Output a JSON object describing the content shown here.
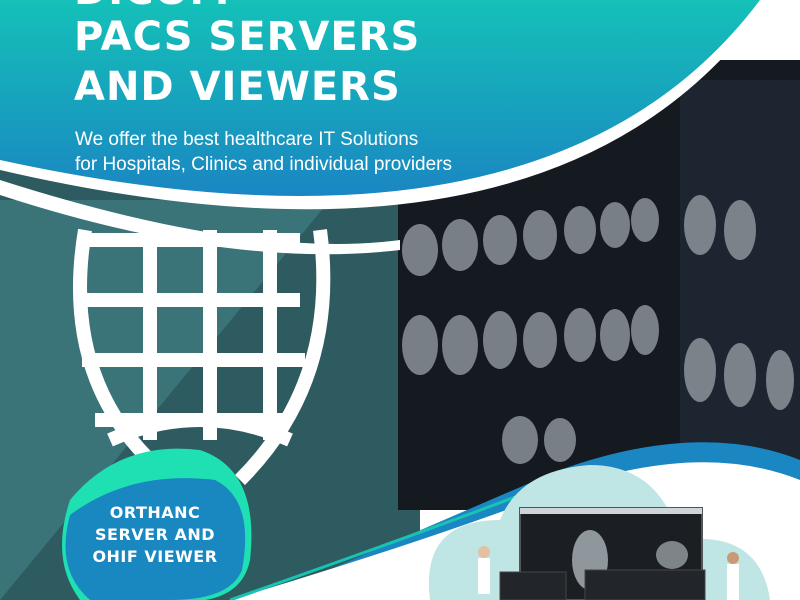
{
  "header": {
    "title_line_0": "DICOM",
    "title_line_1": "PACS SERVERS",
    "title_line_2": "AND VIEWERS",
    "subtitle_line_1": "We offer the best healthcare IT Solutions",
    "subtitle_line_2": "for Hospitals, Clinics and individual providers"
  },
  "badge": {
    "line_1": "ORTHANC",
    "line_2": "SERVER AND",
    "line_3": "OHIF VIEWER"
  },
  "colors": {
    "teal_top": "#14bfb8",
    "blue_bottom": "#1a86c2",
    "dark_teal": "#2e5b60",
    "badge_green": "#1ee0b2",
    "badge_blue": "#1a88c0",
    "blob_light": "#bfe6e4"
  },
  "icons": [
    "globe-icon",
    "mri-scan-image",
    "devices-illustration"
  ]
}
